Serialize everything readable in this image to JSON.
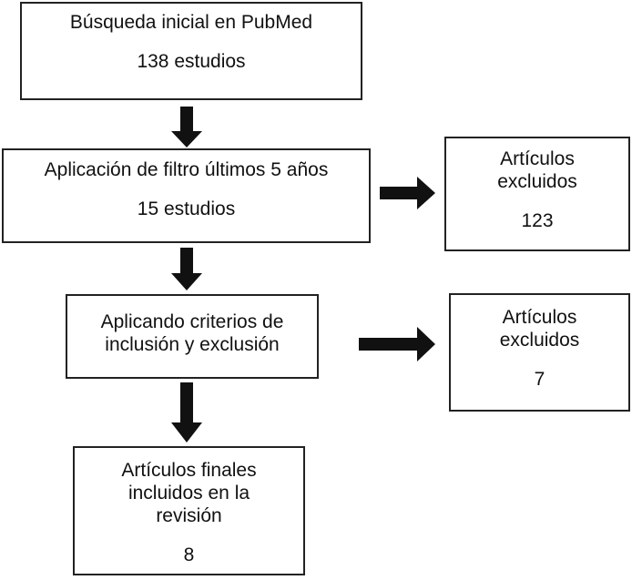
{
  "flow": {
    "initial_search": {
      "line1": "Búsqueda inicial en PubMed",
      "line2": "138 estudios"
    },
    "year_filter": {
      "line1": "Aplicación de filtro últimos 5 años",
      "line2": "15 estudios"
    },
    "criteria": {
      "line1": "Aplicando criterios de",
      "line2": "inclusión y exclusión"
    },
    "final": {
      "line1": "Artículos finales",
      "line2": "incluidos en la",
      "line3": "revisión",
      "count": "8"
    }
  },
  "excluded": [
    {
      "line1": "Artículos",
      "line2": "excluidos",
      "count": "123"
    },
    {
      "line1": "Artículos",
      "line2": "excluidos",
      "count": "7"
    }
  ],
  "colors": {
    "arrow": "#111111",
    "border": "#222222"
  }
}
